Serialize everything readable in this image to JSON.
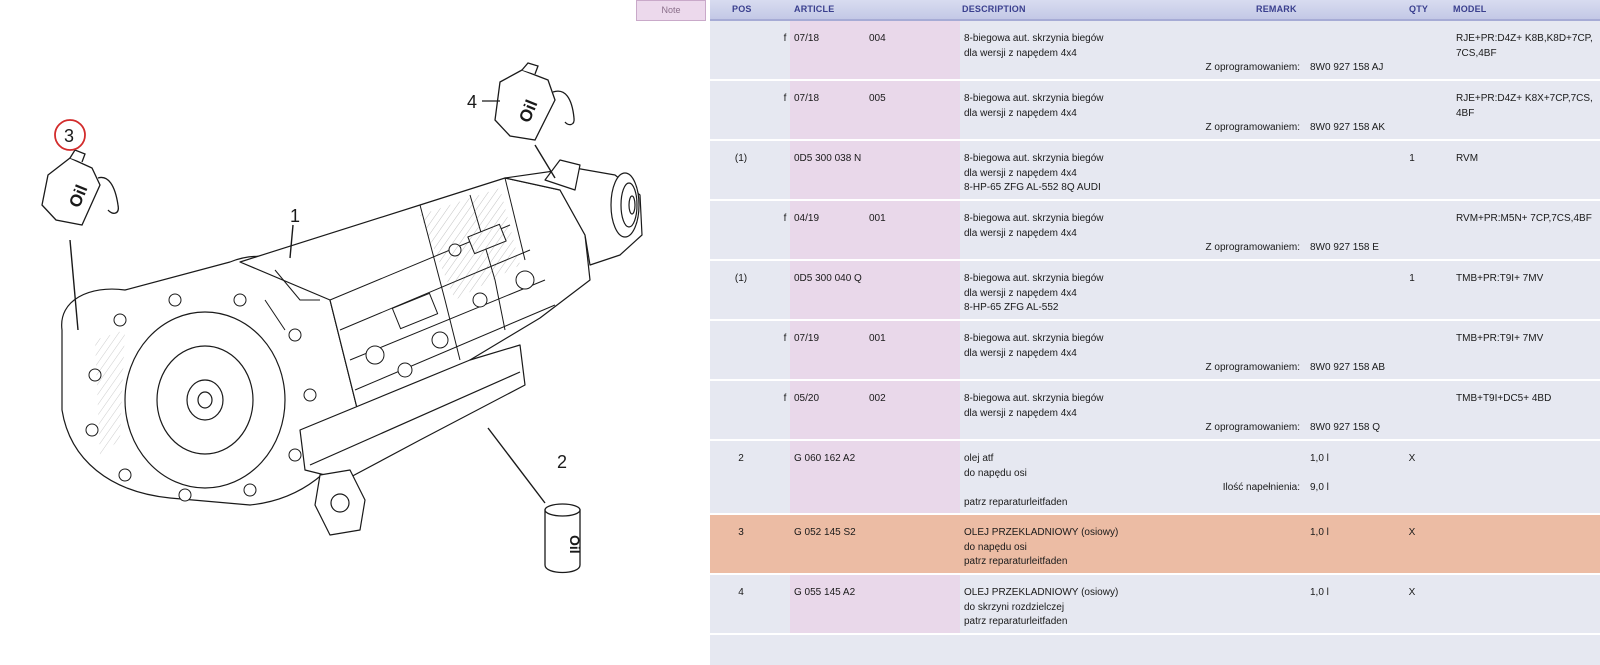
{
  "note": {
    "label": "Note"
  },
  "diagram": {
    "callouts": {
      "c1": "1",
      "c2": "2",
      "c3": "3",
      "c4": "4"
    },
    "can_label": "Oil",
    "colors": {
      "selected_ring": "#d22b2b",
      "line": "#1a1a1a"
    }
  },
  "table": {
    "headers": {
      "pos": "POS",
      "article": "ARTICLE",
      "description": "DESCRIPTION",
      "remark": "REMARK",
      "qty": "QTY",
      "model": "MODEL"
    },
    "rows": [
      {
        "pos": "",
        "f": "f",
        "article": "07/18",
        "variant": "004",
        "desc": [
          "8-biegowa aut. skrzynia biegów",
          "dla wersji z napędem 4x4"
        ],
        "remark_label": "Z oprogramowaniem:",
        "remark_value": "8W0 927 158 AJ",
        "remark_line": 3,
        "qty": "",
        "model": "RJE+PR:D4Z+ K8B,K8D+7CP, 7CS,4BF"
      },
      {
        "pos": "",
        "f": "f",
        "article": "07/18",
        "variant": "005",
        "desc": [
          "8-biegowa aut. skrzynia biegów",
          "dla wersji z napędem 4x4"
        ],
        "remark_label": "Z oprogramowaniem:",
        "remark_value": "8W0 927 158 AK",
        "remark_line": 3,
        "qty": "",
        "model": "RJE+PR:D4Z+ K8X+7CP,7CS, 4BF"
      },
      {
        "pos": "(1)",
        "f": "",
        "article": "0D5 300 038 N",
        "variant": "",
        "desc": [
          "8-biegowa aut. skrzynia biegów",
          "dla wersji z napędem 4x4",
          "8-HP-65 ZFG  AL-552 8Q AUDI"
        ],
        "remark_label": "",
        "remark_value": "",
        "remark_line": 0,
        "qty": "1",
        "model": "RVM"
      },
      {
        "pos": "",
        "f": "f",
        "article": "04/19",
        "variant": "001",
        "desc": [
          "8-biegowa aut. skrzynia biegów",
          "dla wersji z napędem 4x4"
        ],
        "remark_label": "Z oprogramowaniem:",
        "remark_value": "8W0 927 158 E",
        "remark_line": 3,
        "qty": "",
        "model": "RVM+PR:M5N+ 7CP,7CS,4BF"
      },
      {
        "pos": "(1)",
        "f": "",
        "article": "0D5 300 040 Q",
        "variant": "",
        "desc": [
          "8-biegowa aut. skrzynia biegów",
          "dla wersji z napędem 4x4",
          "8-HP-65 ZFG  AL-552"
        ],
        "remark_label": "",
        "remark_value": "",
        "remark_line": 0,
        "qty": "1",
        "model": "TMB+PR:T9I+ 7MV"
      },
      {
        "pos": "",
        "f": "f",
        "article": "07/19",
        "variant": "001",
        "desc": [
          "8-biegowa aut. skrzynia biegów",
          "dla wersji z napędem 4x4"
        ],
        "remark_label": "Z oprogramowaniem:",
        "remark_value": "8W0 927 158 AB",
        "remark_line": 3,
        "qty": "",
        "model": "TMB+PR:T9I+ 7MV"
      },
      {
        "pos": "",
        "f": "f",
        "article": "05/20",
        "variant": "002",
        "desc": [
          "8-biegowa aut. skrzynia biegów",
          "dla wersji z napędem 4x4"
        ],
        "remark_label": "Z oprogramowaniem:",
        "remark_value": "8W0 927 158 Q",
        "remark_line": 3,
        "qty": "",
        "model": "TMB+T9I+DC5+ 4BD"
      },
      {
        "pos": "2",
        "f": "",
        "article": "G  060 162 A2",
        "variant": "",
        "desc": [
          "olej atf",
          "do napędu osi",
          "",
          "patrz reparaturleitfaden"
        ],
        "remark_label": "Ilość napełnienia:",
        "remark_value": "9,0 l",
        "remark_line": 3,
        "value": "1,0 l",
        "qty": "X",
        "model": ""
      },
      {
        "pos": "3",
        "f": "",
        "article": "G  052 145 S2",
        "variant": "",
        "desc": [
          "OLEJ PRZEKLADNIOWY (osiowy)",
          "do napędu osi",
          "patrz reparaturleitfaden"
        ],
        "remark_label": "",
        "remark_value": "",
        "remark_line": 0,
        "value": "1,0 l",
        "qty": "X",
        "model": "",
        "selected": true
      },
      {
        "pos": "4",
        "f": "",
        "article": "G  055 145 A2",
        "variant": "",
        "desc": [
          "OLEJ PRZEKLADNIOWY (osiowy)",
          "do skrzyni rozdzielczej",
          "patrz reparaturleitfaden"
        ],
        "remark_label": "",
        "remark_value": "",
        "remark_line": 0,
        "value": "1,0 l",
        "qty": "X",
        "model": ""
      }
    ]
  }
}
